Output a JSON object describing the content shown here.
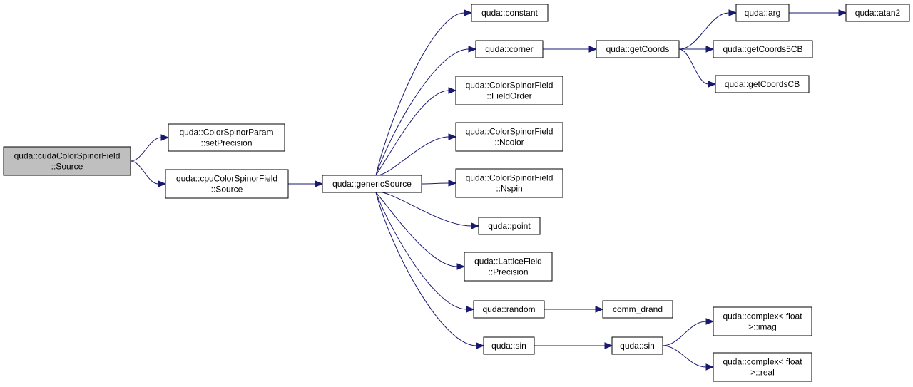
{
  "colors": {
    "edge": "#191970",
    "root_fill": "#bfbfbf",
    "node_fill": "#ffffff",
    "border": "#000000"
  },
  "nodes": {
    "root": [
      "quda::cudaColorSpinorField",
      "::Source"
    ],
    "setPrecision": [
      "quda::ColorSpinorParam",
      "::setPrecision"
    ],
    "cpuSource": [
      "quda::cpuColorSpinorField",
      "::Source"
    ],
    "genericSource": [
      "quda::genericSource"
    ],
    "constant": [
      "quda::constant"
    ],
    "corner": [
      "quda::corner"
    ],
    "fieldOrder": [
      "quda::ColorSpinorField",
      "::FieldOrder"
    ],
    "ncolor": [
      "quda::ColorSpinorField",
      "::Ncolor"
    ],
    "nspin": [
      "quda::ColorSpinorField",
      "::Nspin"
    ],
    "point": [
      "quda::point"
    ],
    "precision": [
      "quda::LatticeField",
      "::Precision"
    ],
    "random": [
      "quda::random"
    ],
    "sin1": [
      "quda::sin"
    ],
    "getCoords": [
      "quda::getCoords"
    ],
    "arg": [
      "quda::arg"
    ],
    "atan2": [
      "quda::atan2"
    ],
    "getCoords5CB": [
      "quda::getCoords5CB"
    ],
    "getCoordsCB": [
      "quda::getCoordsCB"
    ],
    "commDrand": [
      "comm_drand"
    ],
    "sin2": [
      "quda::sin"
    ],
    "imag": [
      "quda::complex< float",
      ">::imag"
    ],
    "real": [
      "quda::complex< float",
      ">::real"
    ]
  },
  "edges": [
    [
      "root",
      "setPrecision"
    ],
    [
      "root",
      "cpuSource"
    ],
    [
      "cpuSource",
      "genericSource"
    ],
    [
      "genericSource",
      "constant"
    ],
    [
      "genericSource",
      "corner"
    ],
    [
      "genericSource",
      "fieldOrder"
    ],
    [
      "genericSource",
      "ncolor"
    ],
    [
      "genericSource",
      "nspin"
    ],
    [
      "genericSource",
      "point"
    ],
    [
      "genericSource",
      "precision"
    ],
    [
      "genericSource",
      "random"
    ],
    [
      "genericSource",
      "sin1"
    ],
    [
      "corner",
      "getCoords"
    ],
    [
      "getCoords",
      "arg"
    ],
    [
      "getCoords",
      "getCoords5CB"
    ],
    [
      "getCoords",
      "getCoordsCB"
    ],
    [
      "arg",
      "atan2"
    ],
    [
      "random",
      "commDrand"
    ],
    [
      "sin1",
      "sin2"
    ],
    [
      "sin2",
      "imag"
    ],
    [
      "sin2",
      "real"
    ]
  ]
}
